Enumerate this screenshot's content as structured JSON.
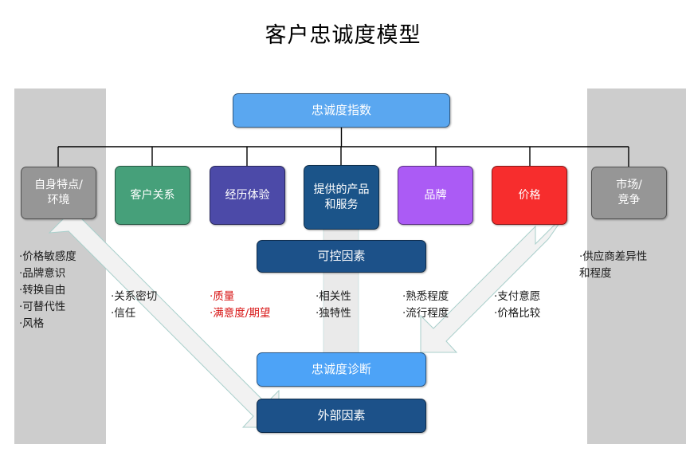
{
  "title": "客户忠诚度模型",
  "colors": {
    "index_blue": "#5aa7f0",
    "diagnosis_blue": "#4da3f7",
    "controllable_navy": "#1c5189",
    "external_navy": "#1c5189",
    "gray_box": "#969696",
    "panel_gray": "#cdcdcd",
    "green": "#46a07a",
    "indigo": "#4c4aa8",
    "steel_blue": "#1b5489",
    "violet": "#ab5bf5",
    "red": "#f72d2d",
    "bullet_red": "#d81414",
    "arrow_fill": "#f2f2f2",
    "arrow_stroke": "#a9cfcb",
    "connector_line": "#000000"
  },
  "top": {
    "index_label": "忠诚度指数"
  },
  "factors": [
    {
      "key": "self",
      "label": "自身特点/\n环境",
      "color": "#969696"
    },
    {
      "key": "relation",
      "label": "客户关系",
      "color": "#46a07a"
    },
    {
      "key": "experience",
      "label": "经历体验",
      "color": "#4c4aa8"
    },
    {
      "key": "product",
      "label": "提供的产品\n和服务",
      "color": "#1b5489"
    },
    {
      "key": "brand",
      "label": "品牌",
      "color": "#ab5bf5"
    },
    {
      "key": "price",
      "label": "价格",
      "color": "#f72d2d"
    },
    {
      "key": "market",
      "label": "市场/\n竞争",
      "color": "#969696"
    }
  ],
  "banners": {
    "controllable": "可控因素",
    "diagnosis": "忠诚度诊断",
    "external": "外部因素"
  },
  "bullet_groups": [
    {
      "key": "self-attributes",
      "red": false,
      "items": [
        "·价格敏感度",
        "·品牌意识",
        "·转换自由",
        "·可替代性",
        "·风格"
      ]
    },
    {
      "key": "customer-relationship",
      "red": false,
      "items": [
        "·关系密切",
        "·信任"
      ]
    },
    {
      "key": "experience",
      "red": true,
      "items": [
        "·质量",
        "·满意度/期望"
      ]
    },
    {
      "key": "product-service",
      "red": false,
      "items": [
        "·相关性",
        "·独特性"
      ]
    },
    {
      "key": "brand",
      "red": false,
      "items": [
        "·熟悉程度",
        "·流行程度"
      ]
    },
    {
      "key": "price",
      "red": false,
      "items": [
        "·支付意愿",
        "·价格比较"
      ]
    },
    {
      "key": "market-competition",
      "red": false,
      "items": [
        "·供应商差异性",
        "和程度"
      ]
    }
  ]
}
